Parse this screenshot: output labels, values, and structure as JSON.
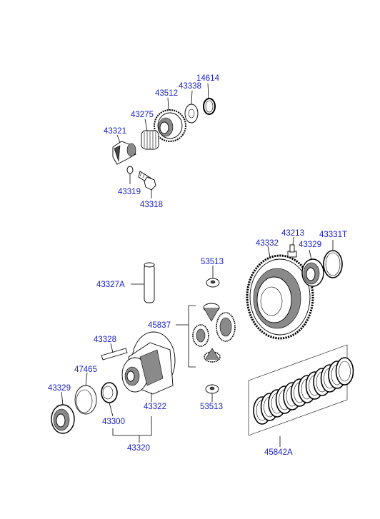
{
  "diagram": {
    "labels": {
      "p14614": "14614",
      "p43338": "43338",
      "p43512": "43512",
      "p43275": "43275",
      "p43321": "43321",
      "p43319": "43319",
      "p43318": "43318",
      "p43213": "43213",
      "p43331T": "43331T",
      "p43332": "43332",
      "p43329_top": "43329",
      "p53513_top": "53513",
      "p43327A": "43327A",
      "p45837": "45837",
      "p43328": "43328",
      "p47465": "47465",
      "p43329_bottom": "43329",
      "p43322": "43322",
      "p43300": "43300",
      "p43320": "43320",
      "p53513_bottom": "53513",
      "p45842A": "45842A"
    }
  }
}
